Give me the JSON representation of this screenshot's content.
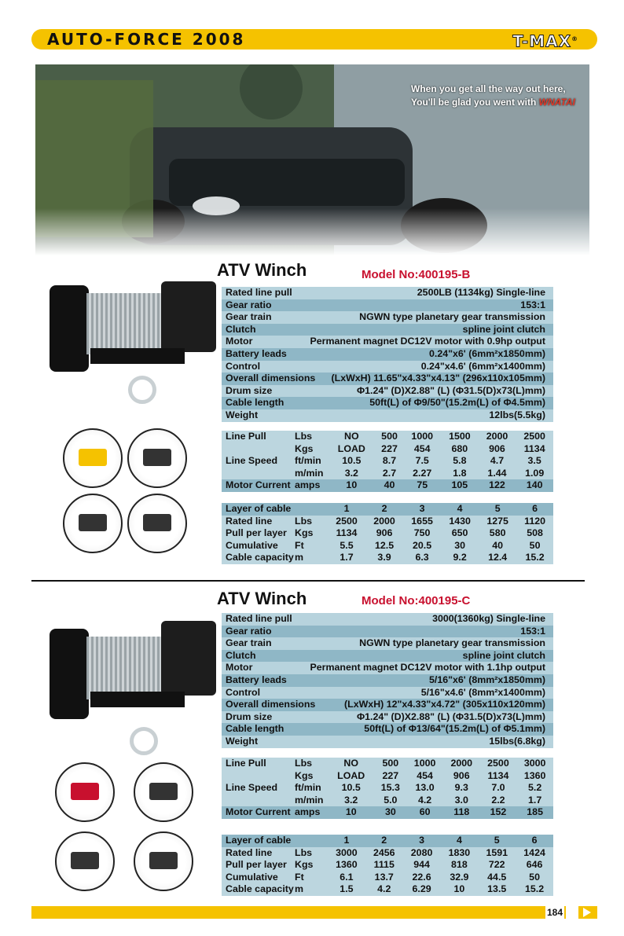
{
  "header": {
    "title": "AUTO-FORCE 2008",
    "logo": "T-MAX",
    "reg": "®"
  },
  "hero": {
    "line1": "When you get all the way out here,",
    "line2_prefix": "You'll be glad you went with",
    "brand": "WNATAI"
  },
  "sections": [
    {
      "title": "ATV Winch",
      "model": "Model No:400195-B",
      "specs": [
        [
          "Rated line pull",
          "2500LB (1134kg) Single-line"
        ],
        [
          "Gear ratio",
          "153:1"
        ],
        [
          "Gear train",
          "NGWN type planetary gear transmission"
        ],
        [
          "Clutch",
          "spline joint clutch"
        ],
        [
          "Motor",
          "Permanent magnet DC12V motor with 0.9hp output"
        ],
        [
          "Battery leads",
          "0.24\"x6' (6mm²x1850mm)"
        ],
        [
          "Control",
          "0.24\"x4.6' (6mm²x1400mm)"
        ],
        [
          "Overall dimensions",
          "(LxWxH) 11.65\"x4.33\"x4.13\" (296x110x105mm)"
        ],
        [
          "Drum size",
          "Φ1.24\" (D)X2.88\" (L)  (Φ31.5(D)x73(L)mm)"
        ],
        [
          "Cable length",
          "50ft(L) of Φ9/50\"(15.2m(L) of Φ4.5mm)"
        ],
        [
          "Weight",
          "12lbs(5.5kg)"
        ]
      ],
      "perf": [
        [
          "Line Pull",
          "Lbs",
          "NO",
          "500",
          "1000",
          "1500",
          "2000",
          "2500"
        ],
        [
          "",
          "Kgs",
          "LOAD",
          "227",
          "454",
          "680",
          "906",
          "1134"
        ],
        [
          "Line Speed",
          "ft/min",
          "10.5",
          "8.7",
          "7.5",
          "5.8",
          "4.7",
          "3.5"
        ],
        [
          "",
          "m/min",
          "3.2",
          "2.7",
          "2.27",
          "1.8",
          "1.44",
          "1.09"
        ],
        [
          "Motor Current",
          "amps",
          "10",
          "40",
          "75",
          "105",
          "122",
          "140"
        ]
      ],
      "layers": [
        [
          "Layer of cable",
          "",
          "1",
          "2",
          "3",
          "4",
          "5",
          "6"
        ],
        [
          "Rated line",
          "Lbs",
          "2500",
          "2000",
          "1655",
          "1430",
          "1275",
          "1120"
        ],
        [
          "Pull per layer",
          "Kgs",
          "1134",
          "906",
          "750",
          "650",
          "580",
          "508"
        ],
        [
          "Cumulative",
          "Ft",
          "5.5",
          "12.5",
          "20.5",
          "30",
          "40",
          "50"
        ],
        [
          "Cable capacity",
          "m",
          "1.7",
          "3.9",
          "6.3",
          "9.2",
          "12.4",
          "15.2"
        ]
      ]
    },
    {
      "title": "ATV Winch",
      "model": "Model No:400195-C",
      "specs": [
        [
          "Rated line pull",
          "3000(1360kg) Single-line"
        ],
        [
          "Gear ratio",
          "153:1"
        ],
        [
          "Gear train",
          "NGWN type planetary gear transmission"
        ],
        [
          "Clutch",
          "spline joint clutch"
        ],
        [
          "Motor",
          "Permanent magnet DC12V motor with 1.1hp output"
        ],
        [
          "Battery leads",
          "5/16\"x6' (8mm²x1850mm)"
        ],
        [
          "Control",
          "5/16\"x4.6' (8mm²x1400mm)"
        ],
        [
          "Overall dimensions",
          "(LxWxH) 12\"x4.33\"x4.72\" (305x110x120mm)"
        ],
        [
          "Drum size",
          "Φ1.24\" (D)X2.88\" (L)  (Φ31.5(D)x73(L)mm)"
        ],
        [
          "Cable length",
          "50ft(L) of Φ13/64\"(15.2m(L) of Φ5.1mm)"
        ],
        [
          "Weight",
          "15lbs(6.8kg)"
        ]
      ],
      "perf": [
        [
          "Line Pull",
          "Lbs",
          "NO",
          "500",
          "1000",
          "2000",
          "2500",
          "3000"
        ],
        [
          "",
          "Kgs",
          "LOAD",
          "227",
          "454",
          "906",
          "1134",
          "1360"
        ],
        [
          "Line Speed",
          "ft/min",
          "10.5",
          "15.3",
          "13.0",
          "9.3",
          "7.0",
          "5.2"
        ],
        [
          "",
          "m/min",
          "3.2",
          "5.0",
          "4.2",
          "3.0",
          "2.2",
          "1.7"
        ],
        [
          "Motor Current",
          "amps",
          "10",
          "30",
          "60",
          "118",
          "152",
          "185"
        ]
      ],
      "layers": [
        [
          "Layer of cable",
          "",
          "1",
          "2",
          "3",
          "4",
          "5",
          "6"
        ],
        [
          "Rated line",
          "Lbs",
          "3000",
          "2456",
          "2080",
          "1830",
          "1591",
          "1424"
        ],
        [
          "Pull per layer",
          "Kgs",
          "1360",
          "1115",
          "944",
          "818",
          "722",
          "646"
        ],
        [
          "Cumulative",
          "Ft",
          "6.1",
          "13.7",
          "22.6",
          "32.9",
          "44.5",
          "50"
        ],
        [
          "Cable capacity",
          "m",
          "1.5",
          "4.2",
          "6.29",
          "10",
          "13.5",
          "15.2"
        ]
      ]
    }
  ],
  "footer": {
    "page": "184"
  }
}
